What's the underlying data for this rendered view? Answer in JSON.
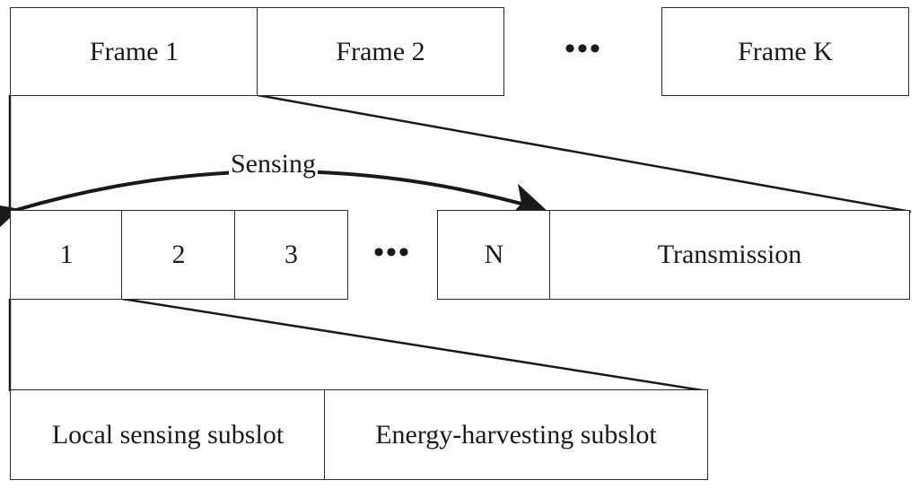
{
  "frames": {
    "frame1": "Frame 1",
    "frame2": "Frame 2",
    "ellipsis": "•••",
    "frameK": "Frame K"
  },
  "slots": {
    "slot1": "1",
    "slot2": "2",
    "slot3": "3",
    "ellipsis": "•••",
    "slotN": "N",
    "transmission": "Transmission"
  },
  "sensing_label": "Sensing",
  "subslots": {
    "local": "Local sensing subslot",
    "energy": "Energy-harvesting subslot"
  }
}
